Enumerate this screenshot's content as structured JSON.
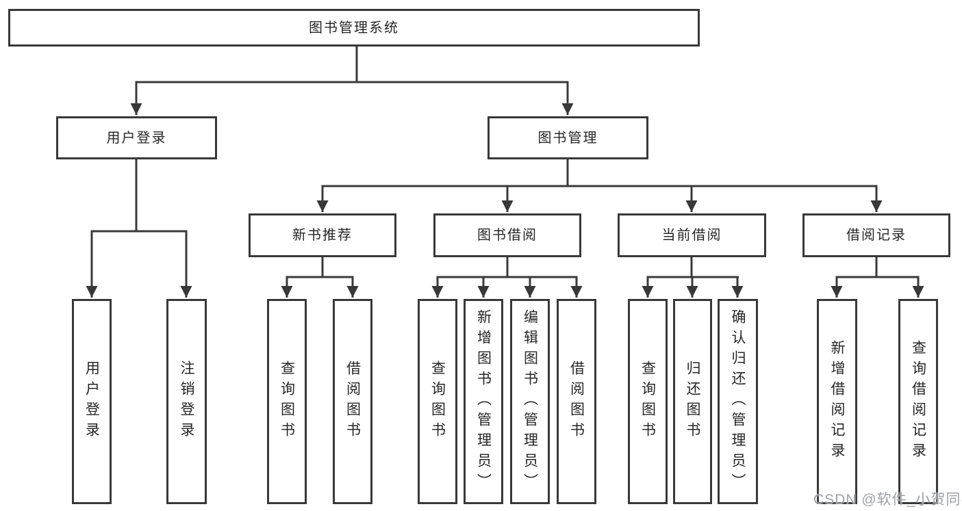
{
  "diagram": {
    "title": "图书管理系统",
    "colors": {
      "line": "#3a3a3a",
      "border": "#383838",
      "text": "#262626",
      "background": "#ffffff"
    },
    "root": {
      "label": "图书管理系统"
    },
    "user_login_branch": {
      "label": "用户登录",
      "children": {
        "login": {
          "label": "用户登录"
        },
        "logout": {
          "label": "注销登录"
        }
      }
    },
    "book_management_branch": {
      "label": "图书管理",
      "sections": {
        "new_book_recommend": {
          "label": "新书推荐",
          "children": {
            "query_books": {
              "label": "查询图书"
            },
            "borrow_books": {
              "label": "借阅图书"
            }
          }
        },
        "book_borrowing": {
          "label": "图书借阅",
          "children": {
            "query_books": {
              "label": "查询图书"
            },
            "add_books": {
              "label": "新增图书（管理员）"
            },
            "edit_books": {
              "label": "编辑图书（管理员）"
            },
            "borrow_books": {
              "label": "借阅图书"
            }
          }
        },
        "current_borrowing": {
          "label": "当前借阅",
          "children": {
            "query_books": {
              "label": "查询图书"
            },
            "return_books": {
              "label": "归还图书"
            },
            "confirm_return": {
              "label": "确认归还（管理员）"
            }
          }
        },
        "borrowing_records": {
          "label": "借阅记录",
          "children": {
            "add_record": {
              "label": "新增借阅记录"
            },
            "query_record": {
              "label": "查询借阅记录"
            }
          }
        }
      }
    }
  },
  "watermark": {
    "text": "CSDN @软件_小贺同学"
  }
}
